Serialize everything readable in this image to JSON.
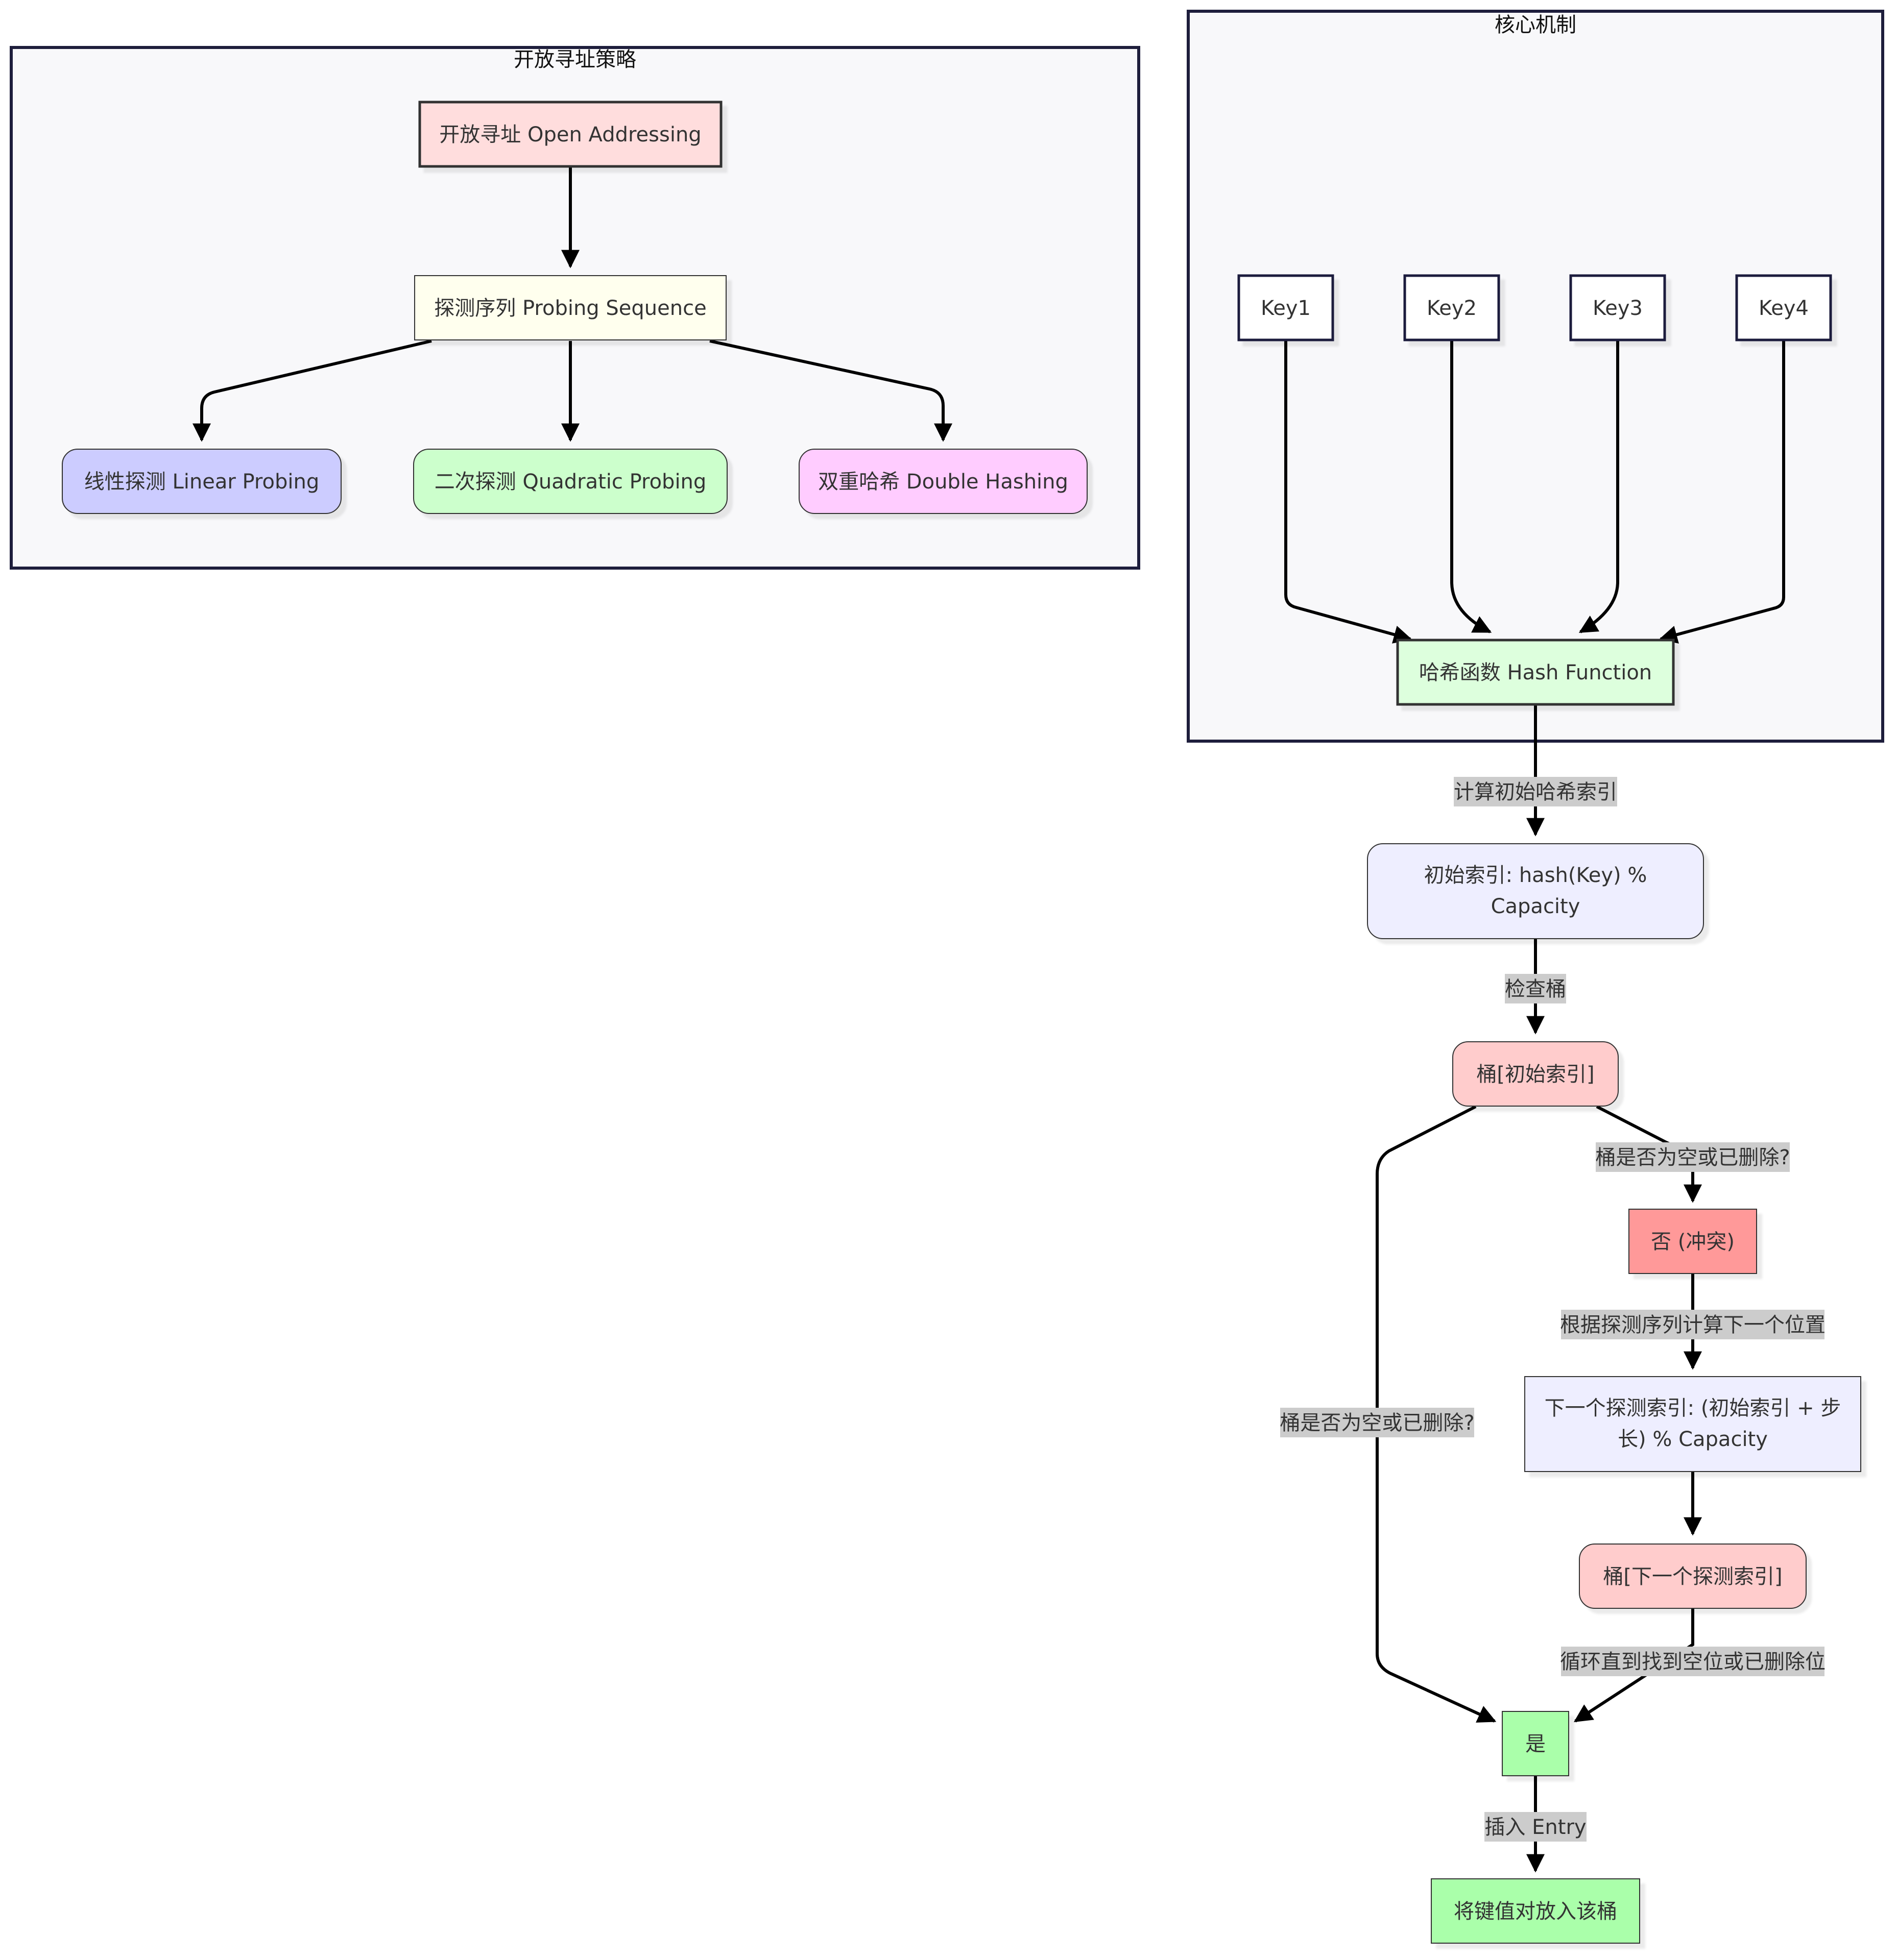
{
  "clusters": {
    "open_addressing": {
      "title": "开放寻址策略"
    },
    "core": {
      "title": "核心机制"
    }
  },
  "nodes": {
    "open_addressing": {
      "label": "开放寻址 Open Addressing",
      "fill": "#ffdddd"
    },
    "probing_sequence": {
      "label": "探测序列 Probing Sequence",
      "fill": "#ffffee"
    },
    "linear_probing": {
      "label": "线性探测 Linear Probing",
      "fill": "#ccccff"
    },
    "quadratic_probing": {
      "label": "二次探测 Quadratic Probing",
      "fill": "#ccffcc"
    },
    "double_hashing": {
      "label": "双重哈希 Double Hashing",
      "fill": "#ffccff"
    },
    "key1": {
      "label": "Key1",
      "fill": "#ffffff"
    },
    "key2": {
      "label": "Key2",
      "fill": "#ffffff"
    },
    "key3": {
      "label": "Key3",
      "fill": "#ffffff"
    },
    "key4": {
      "label": "Key4",
      "fill": "#ffffff"
    },
    "hash_function": {
      "label": "哈希函数 Hash Function",
      "fill": "#ddffdd"
    },
    "initial_index": {
      "label_lines": [
        "初始索引: hash(Key) %",
        "Capacity"
      ],
      "fill": "#eeeeff"
    },
    "bucket_initial": {
      "label": "桶[初始索引]",
      "fill": "#ffcccc"
    },
    "no_collision": {
      "label": "否 (冲突)",
      "fill": "#ff9999"
    },
    "next_probe_index": {
      "label_lines": [
        "下一个探测索引: (初始索引 + 步",
        "长) % Capacity"
      ],
      "fill": "#eeeeff"
    },
    "bucket_next": {
      "label": "桶[下一个探测索引]",
      "fill": "#ffcccc"
    },
    "yes": {
      "label": "是",
      "fill": "#aaffaa"
    },
    "place_pair": {
      "label": "将键值对放入该桶",
      "fill": "#aaffaa"
    }
  },
  "edges": {
    "compute_initial_hash": "计算初始哈希索引",
    "check_bucket": "检查桶",
    "is_empty_right": "桶是否为空或已删除?",
    "is_empty_left": "桶是否为空或已删除?",
    "compute_next": "根据探测序列计算下一个位置",
    "loop_until": "循环直到找到空位或已删除位",
    "insert_entry": "插入 Entry"
  },
  "colors": {
    "cluster_fill": "#f8f8fa",
    "cluster_stroke": "#1e1e3c",
    "edge": "#000000",
    "edge_label_bg": "#cccccc"
  }
}
